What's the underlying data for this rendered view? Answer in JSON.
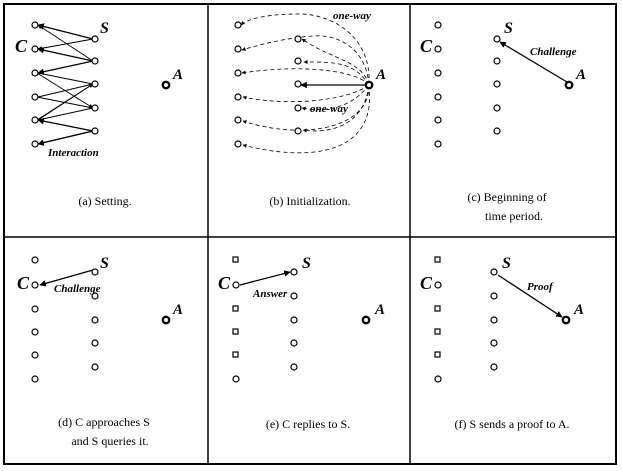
{
  "labels": {
    "client": "C",
    "server": "S",
    "auditor": "A",
    "interaction": "Interaction",
    "one_way": "one-way",
    "challenge": "Challenge",
    "answer": "Answer",
    "proof": "Proof"
  },
  "captions": {
    "a": "(a) Setting.",
    "b": "(b) Initialization.",
    "c_line1": "(c) Beginning of",
    "c_line2": "time period.",
    "d_line1": "(d) C approaches S",
    "d_line2": "and S queries it.",
    "e": "(e) C replies to S.",
    "f": "(f) S sends a proof to A."
  }
}
